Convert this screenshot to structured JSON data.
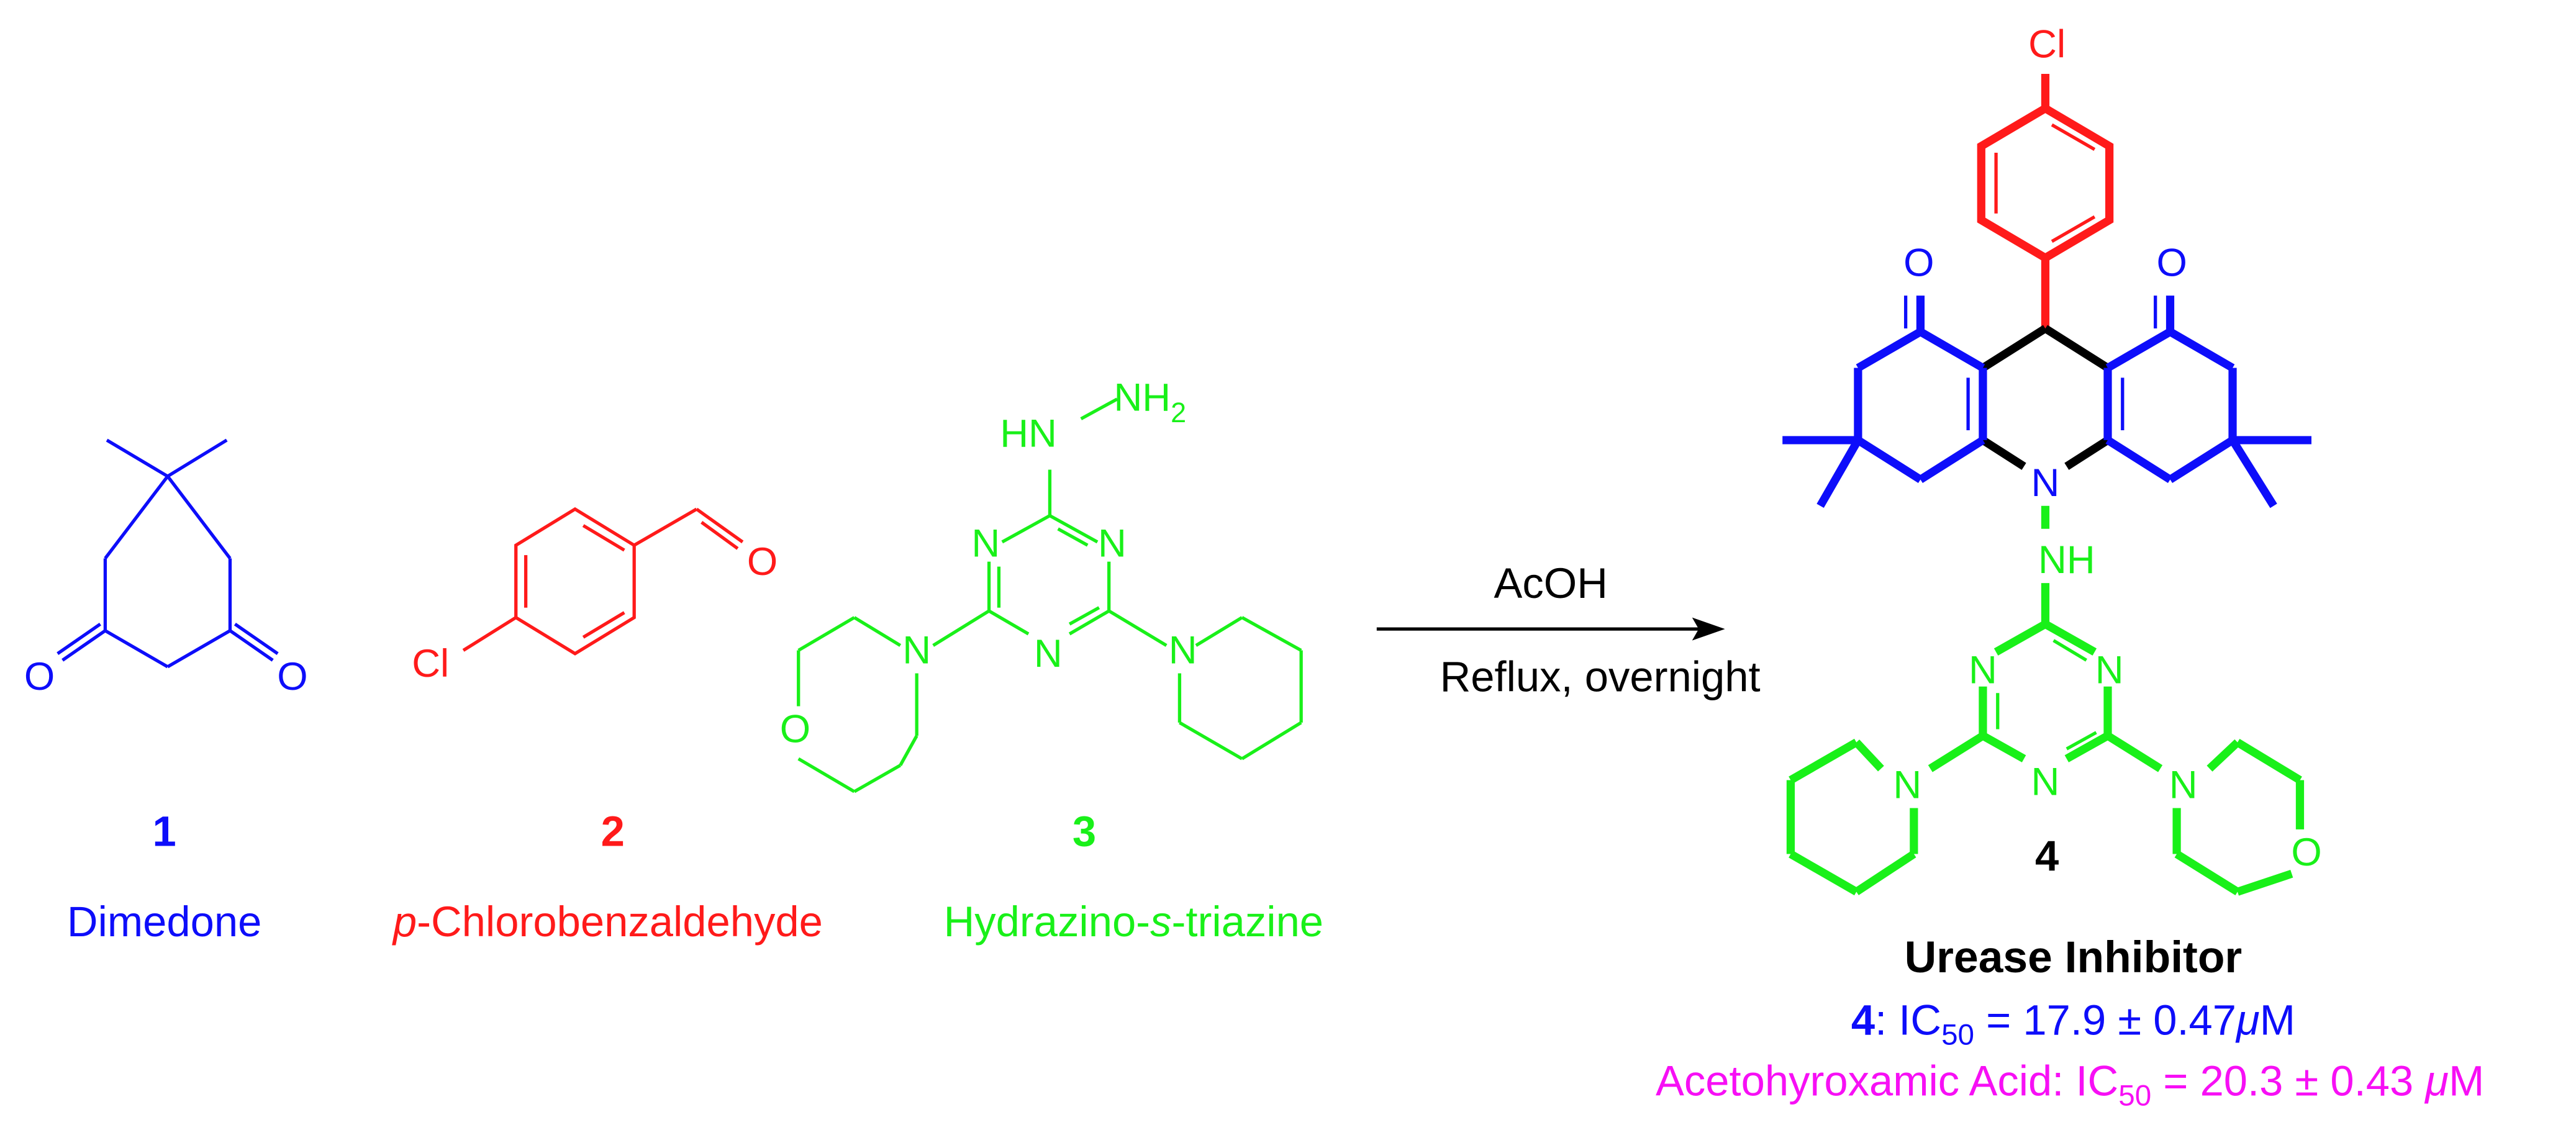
{
  "colors": {
    "blue": "#0d0dfa",
    "red": "#ff1a1a",
    "green": "#19f019",
    "black": "#000000",
    "magenta": "#f70ff5"
  },
  "atoms": {
    "O": "O",
    "Cl": "Cl",
    "N": "N",
    "NH": "NH",
    "HN": "HN",
    "H": "H",
    "sub2": "2"
  },
  "reactants": [
    {
      "number": "1",
      "name": "Dimedone"
    },
    {
      "number": "2",
      "name_italic": "p",
      "name_rest": "-Chlorobenzaldehyde"
    },
    {
      "number": "3",
      "name_pre": "Hydrazino-",
      "name_italic": "s",
      "name_post": "-triazine"
    }
  ],
  "conditions": {
    "reagent": "AcOH",
    "condition": "Reflux, overnight"
  },
  "product": {
    "number": "4",
    "title": "Urease Inhibitor",
    "ic50_compound": "4",
    "ic50_label": "IC",
    "ic50_sub": "50",
    "ic50_value_pre": " = 17.9 ± 0.47",
    "ic50_mu": "μ",
    "ic50_unit": "M",
    "ref_name": "Acetohyroxamic Acid: IC",
    "ref_sub": "50",
    "ref_value_pre": " = 20.3 ± 0.43 ",
    "ref_mu": "μ",
    "ref_unit": "M"
  }
}
